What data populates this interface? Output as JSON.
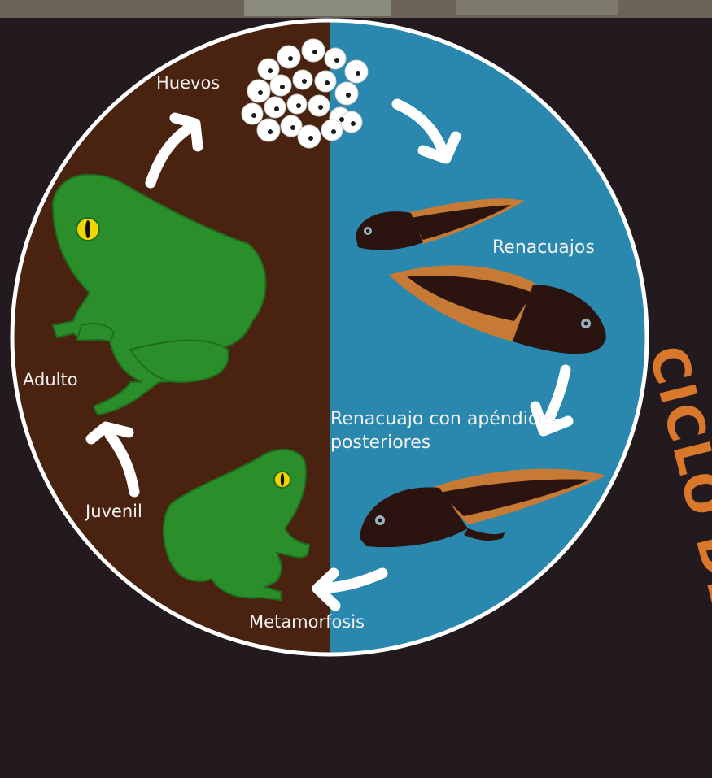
{
  "title": "CICLO DE VIDA",
  "stages": {
    "eggs": "Huevos",
    "tadpoles": "Renacuajos",
    "tadpole_legs": "Renacuajo con apéndices posteriores",
    "metamorphosis": "Metamorfosis",
    "juvenile": "Juvenil",
    "adult": "Adulto"
  },
  "colors": {
    "background": "#231a1f",
    "left_half": "#4a2310",
    "right_half": "#2a88ae",
    "frog": "#2a8f2a",
    "tadpole_body": "#2b1410",
    "tadpole_tail": "#c77a35",
    "title": "#d9782a",
    "arrow": "#ffffff"
  }
}
